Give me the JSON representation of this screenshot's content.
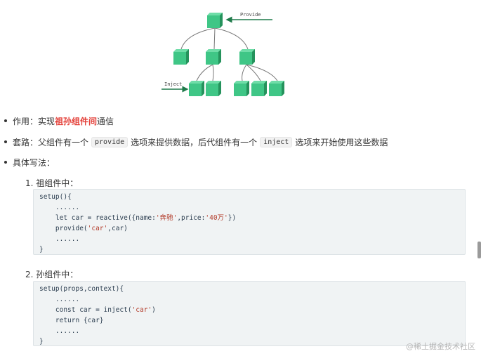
{
  "diagram": {
    "provide_label": "Provide",
    "inject_label": "Inject"
  },
  "bullets": [
    {
      "label": "作用：实现",
      "highlight": "祖孙组件间",
      "tail": "通信"
    },
    {
      "label": "套路：父组件有一个",
      "code1": "provide",
      "mid": "选项来提供数据，后代组件有一个",
      "code2": "inject",
      "tail": "选项来开始使用这些数据"
    },
    {
      "label": "具体写法："
    }
  ],
  "sections": [
    {
      "heading": "1. 祖组件中：",
      "lines": [
        "setup(){",
        "    ......",
        "    let car = reactive({name:'奔驰',price:'40万'})",
        "    provide('car',car)",
        "    ......",
        "}"
      ]
    },
    {
      "heading": "2. 孙组件中：",
      "lines": [
        "setup(props,context){",
        "    ......",
        "    const car = inject('car')",
        "    return {car}",
        "    ......",
        "}"
      ]
    }
  ],
  "watermark": "@稀土掘金技术社区",
  "colors": {
    "cube_green": "#3cbf7f",
    "highlight_red": "#e4413a",
    "code_bg": "#f0f3f4"
  }
}
